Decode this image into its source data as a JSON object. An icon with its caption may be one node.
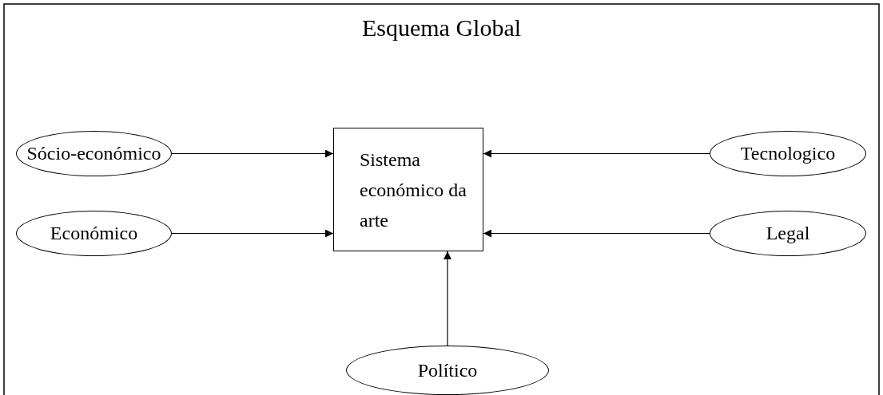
{
  "diagram": {
    "title": "Esquema Global",
    "nodes": [
      {
        "text": [
          "Sistema económico da arte"
        ]
      },
      {
        "text": [
          "Sócio-económico"
        ]
      },
      {
        "text": [
          "Económico"
        ]
      },
      {
        "text": [
          "Tecnologico"
        ]
      },
      {
        "text": [
          "Legal"
        ]
      },
      {
        "text": [
          "Político"
        ]
      }
    ],
    "edges": [
      {
        "from": 1,
        "to": 0,
        "arrow": "to"
      },
      {
        "from": 2,
        "to": 0,
        "arrow": "to"
      },
      {
        "from": 3,
        "to": 0,
        "arrow": "to"
      },
      {
        "from": 4,
        "to": 0,
        "arrow": "to"
      },
      {
        "from": 5,
        "to": 0,
        "arrow": "to"
      }
    ]
  }
}
